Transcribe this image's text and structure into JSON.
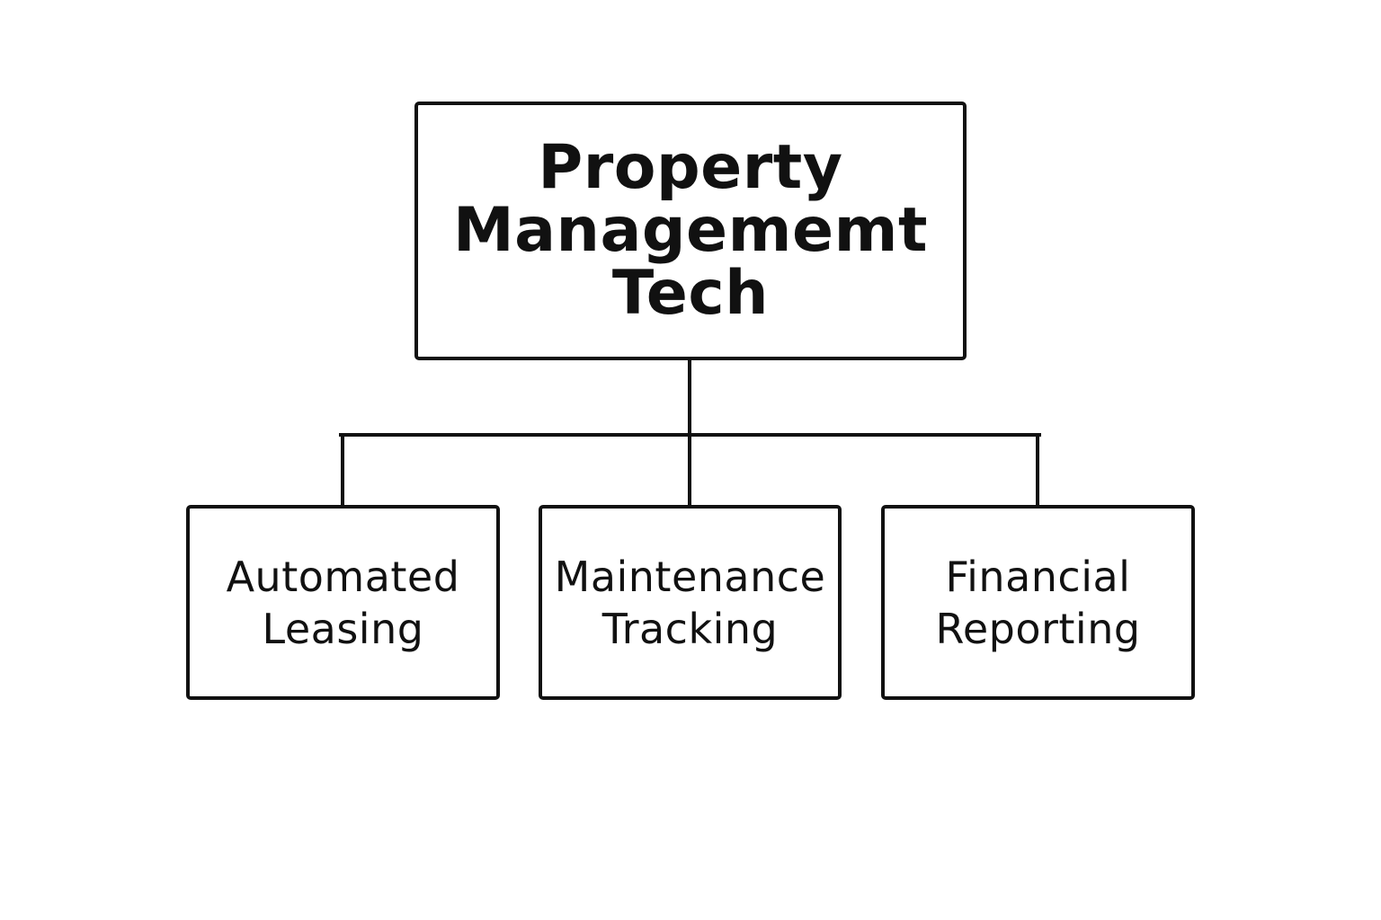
{
  "diagram": {
    "root": {
      "label": "Property\nManagememt\nTech"
    },
    "children": [
      {
        "label": "Automated\nLeasing"
      },
      {
        "label": "Maintenance\nTracking"
      },
      {
        "label": "Financial\nReporting"
      }
    ]
  },
  "colors": {
    "stroke": "#111111",
    "background": "#ffffff",
    "text": "#111111"
  }
}
